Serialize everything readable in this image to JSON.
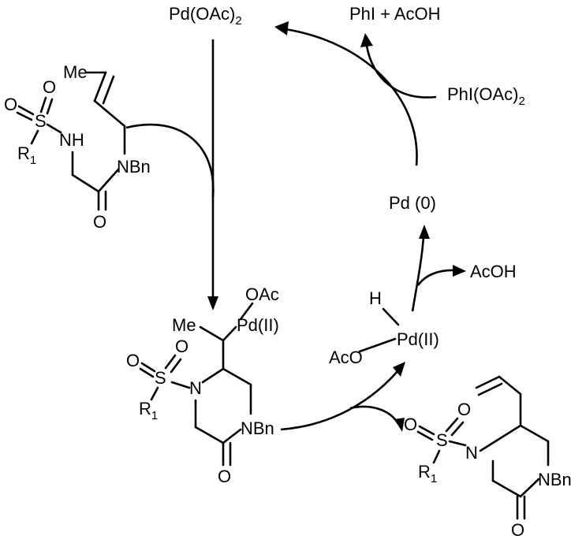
{
  "labels": {
    "pd_oac2": "Pd(OAc)",
    "pd_oac2_sub": "2",
    "phi_acoh": "PhI + AcOH",
    "phi_oac2": "PhI(OAc)",
    "phi_oac2_sub": "2",
    "pd0": "Pd (0)",
    "acoh_right": "AcOH",
    "pd_hydride_h": "H",
    "pd_hydride_aco": "AcO",
    "pd_hydride_pd": "Pd(II)",
    "sm_me": "Me",
    "sm_o1": "O",
    "sm_o2": "O",
    "sm_s": "S",
    "sm_r": "R",
    "sm_r_sub": "1",
    "sm_nh": "NH",
    "sm_nbn": "NBn",
    "sm_o3": "O",
    "int_oac": "OAc",
    "int_me": "Me",
    "int_pd": "Pd(II)",
    "int_o1": "O",
    "int_o2": "O",
    "int_s": "S",
    "int_r": "R",
    "int_r_sub": "1",
    "int_n": "N",
    "int_nbn": "NBn",
    "int_o3": "O",
    "prod_o1": "O",
    "prod_o2": "O",
    "prod_s": "S",
    "prod_r": "R",
    "prod_r_sub": "1",
    "prod_n": "N",
    "prod_nbn": "NBn",
    "prod_o3": "O"
  }
}
